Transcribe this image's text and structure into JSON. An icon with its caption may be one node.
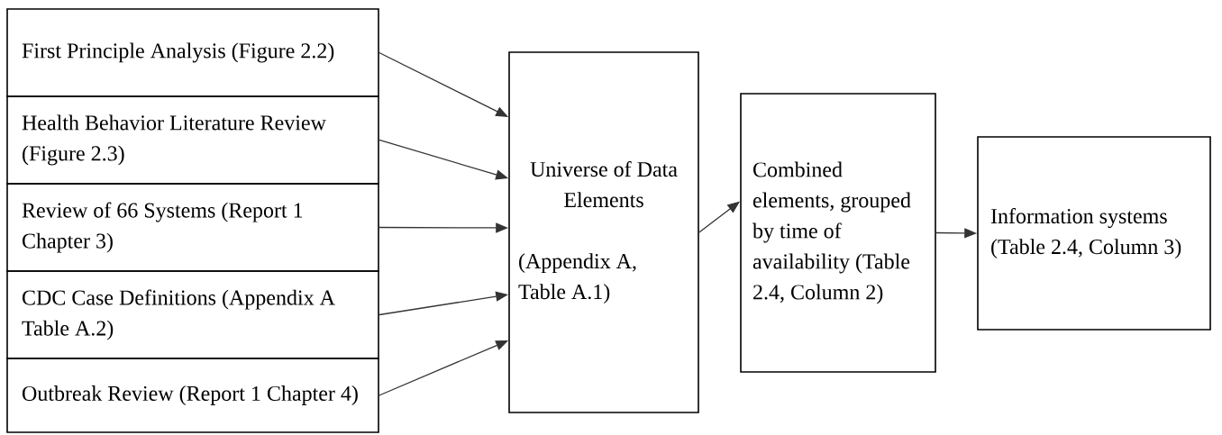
{
  "diagram": {
    "nodes": [
      {
        "text": [
          "First Principle Analysis (Figure 2.2)"
        ]
      },
      {
        "text": [
          "Health Behavior Literature Review (Figure 2.3)"
        ]
      },
      {
        "text": [
          "Review of 66 Systems (Report 1 Chapter 3)"
        ]
      },
      {
        "text": [
          "CDC Case Definitions (Appendix A Table A.2)"
        ]
      },
      {
        "text": [
          "Outbreak Review (Report 1 Chapter 4)"
        ]
      },
      {
        "text": [
          "Universe of Data Elements",
          "(Appendix A, Table A.1)"
        ]
      },
      {
        "text": [
          "Combined elements, grouped by time of availability (Table 2.4, Column 2)"
        ]
      },
      {
        "text": [
          "Information systems (Table 2.4, Column 3)"
        ]
      }
    ],
    "edges": [
      {
        "from": 0,
        "to": 5,
        "arrow": "to"
      },
      {
        "from": 1,
        "to": 5,
        "arrow": "to"
      },
      {
        "from": 2,
        "to": 5,
        "arrow": "to"
      },
      {
        "from": 3,
        "to": 5,
        "arrow": "to"
      },
      {
        "from": 4,
        "to": 5,
        "arrow": "to"
      },
      {
        "from": 5,
        "to": 6,
        "arrow": "to"
      },
      {
        "from": 6,
        "to": 7,
        "arrow": "to"
      }
    ]
  }
}
